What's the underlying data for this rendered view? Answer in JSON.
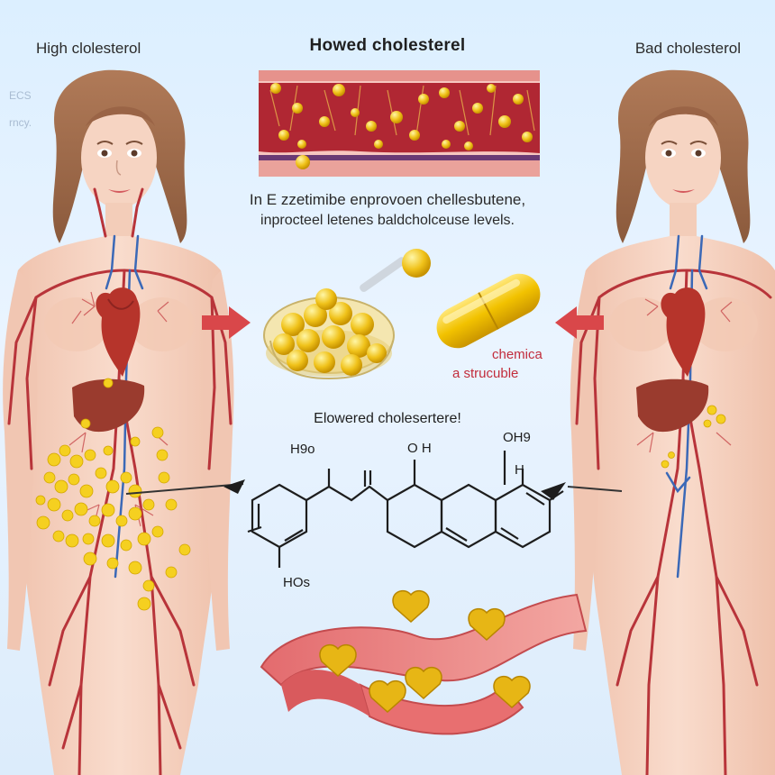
{
  "labels": {
    "left": "High clolesterol",
    "center": "Howed cholesterel",
    "right": "Bad cholesterol"
  },
  "caption": {
    "line1": "In E zzetimibe enprovoen chellesbutene,",
    "line2": "inprocteel letenes baldcholceuse levels."
  },
  "capsule_label": {
    "line1": "chemica",
    "line2": "a strucuble"
  },
  "molecule": {
    "title": "Elowered cholesertere!",
    "labels": {
      "h9o": "H9o",
      "oh": "O  H",
      "oh9": "OH9",
      "h": "H",
      "hos": "HOs"
    }
  },
  "faded_text": [
    "ECS",
    "rncy."
  ],
  "colors": {
    "skin": "#f5d3c2",
    "artery": "#b8343a",
    "vein": "#3b69b7",
    "heart": "#b6342b",
    "liver": "#9a3b2e",
    "fat": "#f5d020",
    "arrow": "#d9474a",
    "capsule": "#f2c200",
    "chem_label": "#c22d3b"
  },
  "icons": [
    "heart-organ-icon",
    "liver-icon",
    "capsule-icon",
    "petri-dish-icon",
    "heart-shaped-pills-icon"
  ]
}
